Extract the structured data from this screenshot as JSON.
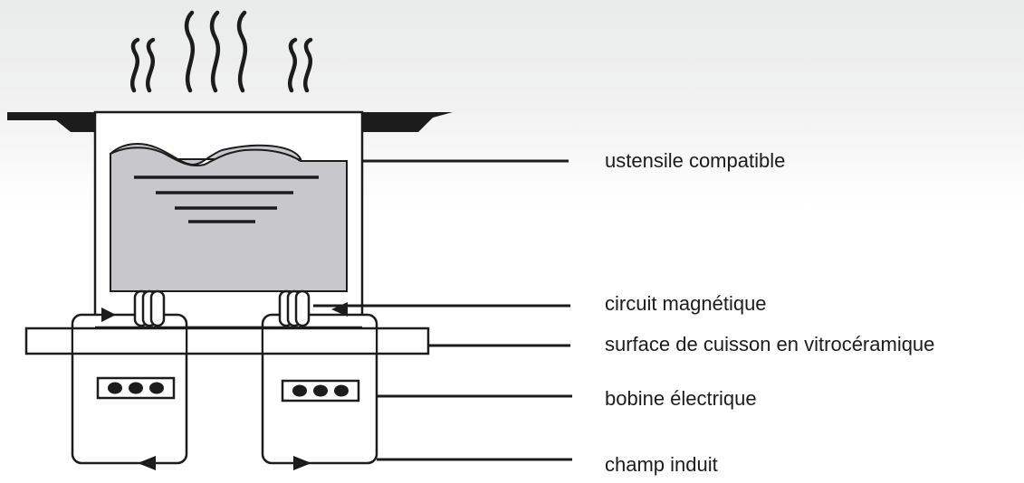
{
  "labels": [
    {
      "id": "ustensile",
      "text": "ustensile compatible"
    },
    {
      "id": "circuit",
      "text": "circuit magnétique"
    },
    {
      "id": "surface",
      "text": "surface de cuisson en vitrocéramique"
    },
    {
      "id": "bobine",
      "text": "bobine électrique"
    },
    {
      "id": "champ",
      "text": "champ induit"
    }
  ],
  "colors": {
    "ink": "#1c1c1c",
    "liquid": "#c8c8cc",
    "background_top": "#e9eaea",
    "background_bottom": "#ffffff"
  }
}
